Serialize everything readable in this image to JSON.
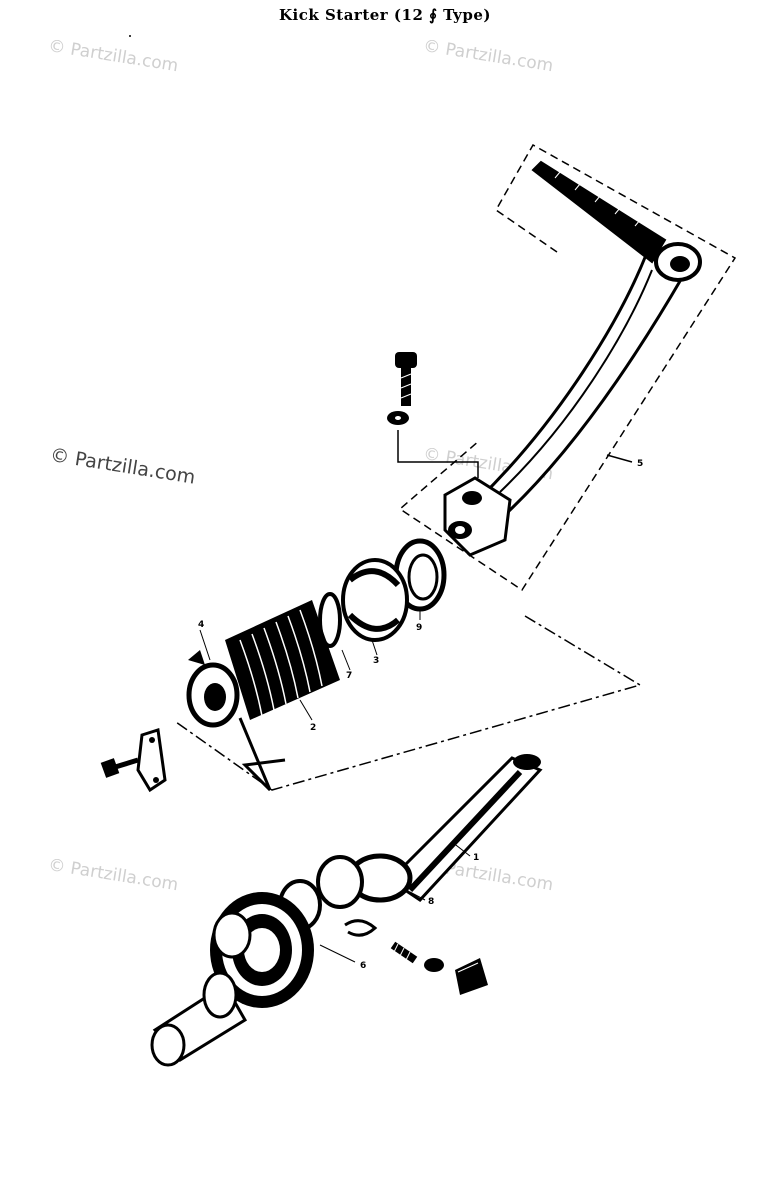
{
  "title": "Kick Starter (12 ∮ Type)",
  "watermarks": [
    "© Partzilla.com",
    "© Partzilla.com",
    "© Partzilla.com",
    "© Partzilla.com",
    "© Partzilla.com",
    "© Partzilla.com"
  ],
  "callouts": {
    "shaft": "1",
    "spring": "2",
    "guide": "3",
    "stopper": "4",
    "kick_arm": "5",
    "spindle_gear": "6",
    "washer_7": "7",
    "seal": "8",
    "collar_9": "9"
  },
  "colors": {
    "ink": "#000000",
    "watermark": "#cfcfcf",
    "watermark_dark": "#444444",
    "background": "#ffffff"
  }
}
